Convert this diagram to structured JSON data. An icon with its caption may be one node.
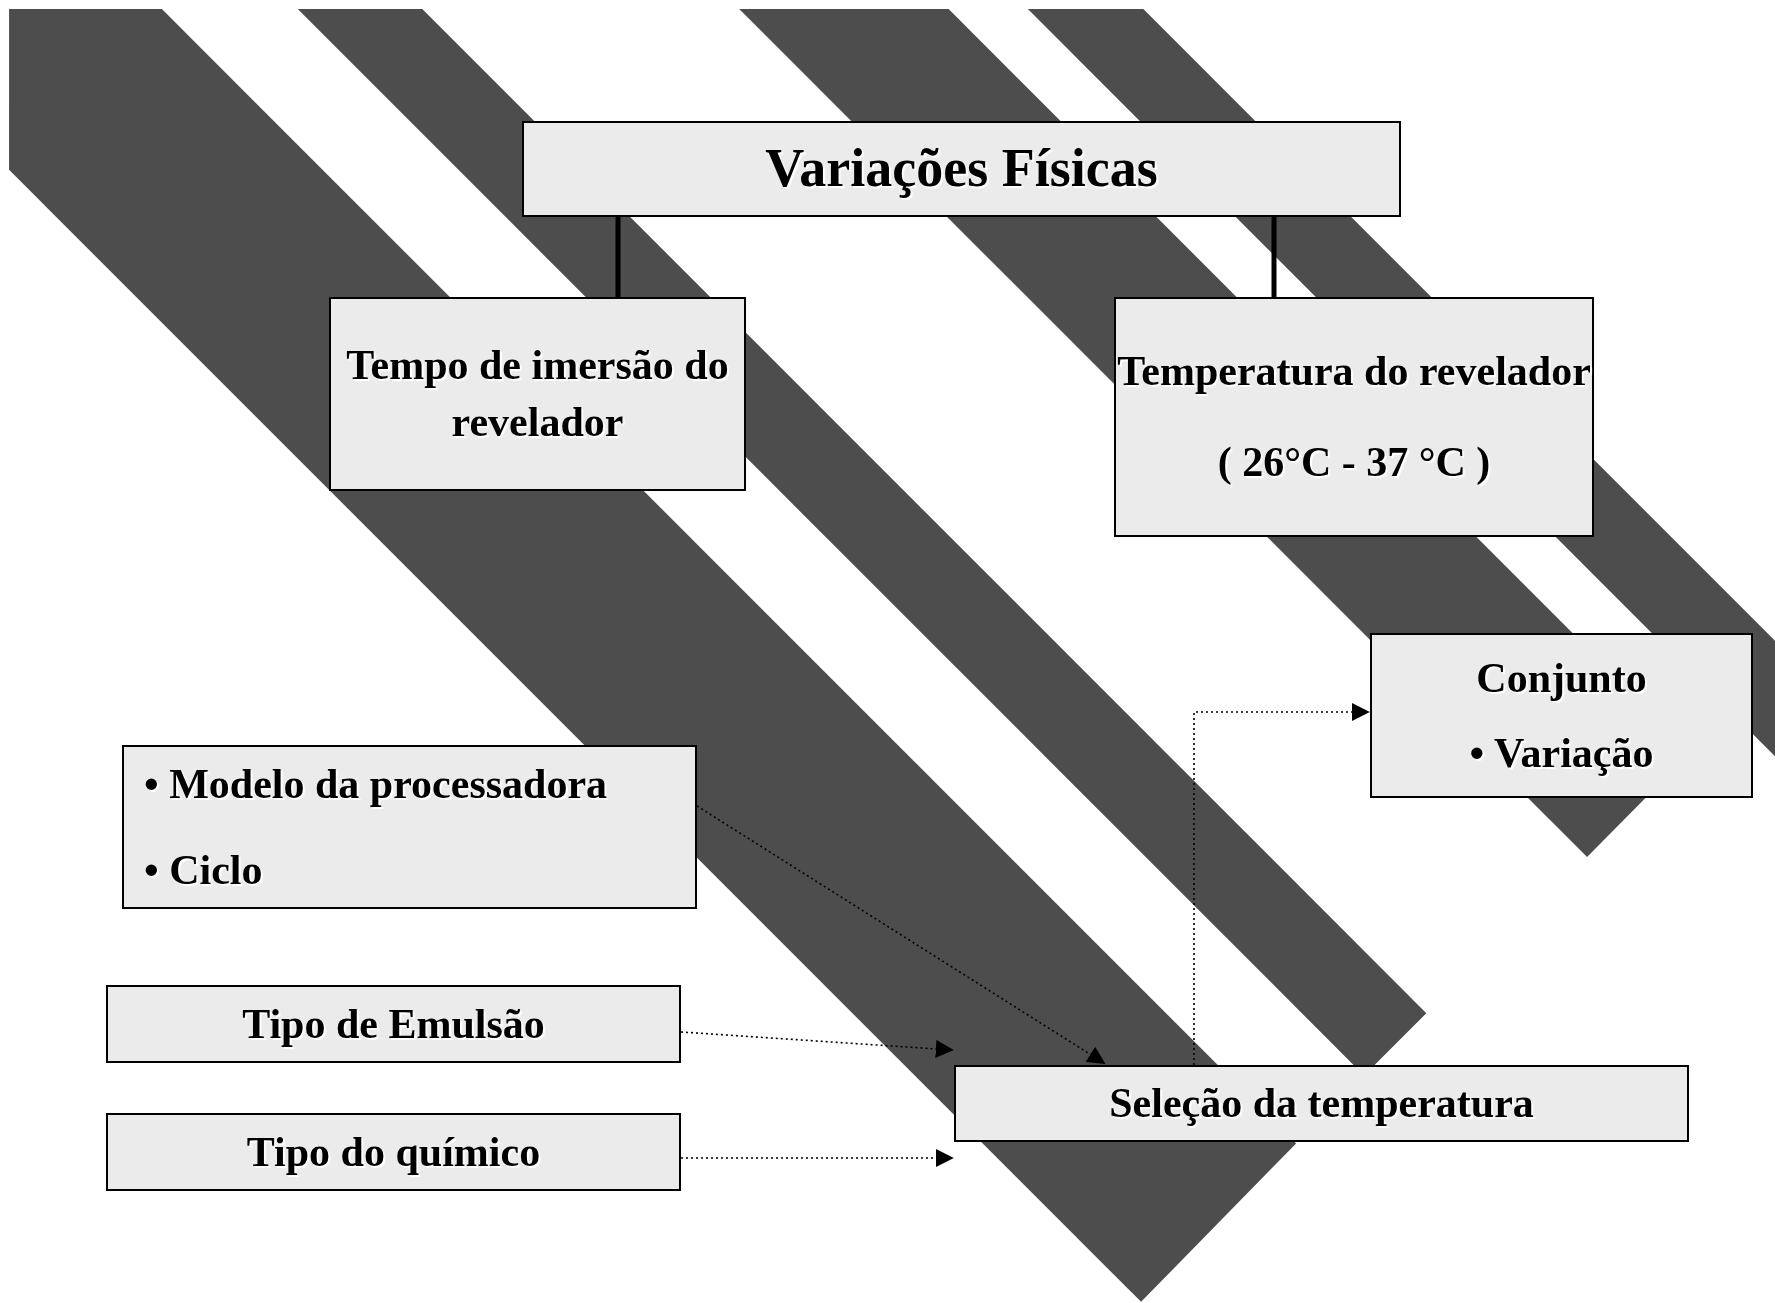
{
  "diagram": {
    "nodes": [
      {
        "text": [
          "Variações Físicas"
        ]
      },
      {
        "text": [
          "Tempo de imersão do revelador"
        ]
      },
      {
        "text": [
          "Temperatura do revelador",
          "( 26°C - 37 °C )"
        ]
      },
      {
        "text": [
          "Conjunto",
          "• Variação"
        ]
      },
      {
        "text": [
          "• Modelo da processadora",
          "• Ciclo"
        ]
      },
      {
        "text": [
          "Tipo de Emulsão"
        ]
      },
      {
        "text": [
          "Tipo do químico"
        ]
      },
      {
        "text": [
          "Seleção da temperatura"
        ]
      }
    ],
    "edges": [
      {
        "from": 0,
        "to": 1,
        "arrow": "none",
        "style": "thick"
      },
      {
        "from": 0,
        "to": 2,
        "arrow": "none",
        "style": "thick"
      },
      {
        "from": 4,
        "to": 7,
        "arrow": "to",
        "style": "dashed"
      },
      {
        "from": 5,
        "to": 7,
        "arrow": "to",
        "style": "dashed"
      },
      {
        "from": 6,
        "to": 7,
        "arrow": "to",
        "style": "dashed"
      },
      {
        "from": 7,
        "to": 3,
        "arrow": "to",
        "style": "dashed"
      }
    ]
  }
}
